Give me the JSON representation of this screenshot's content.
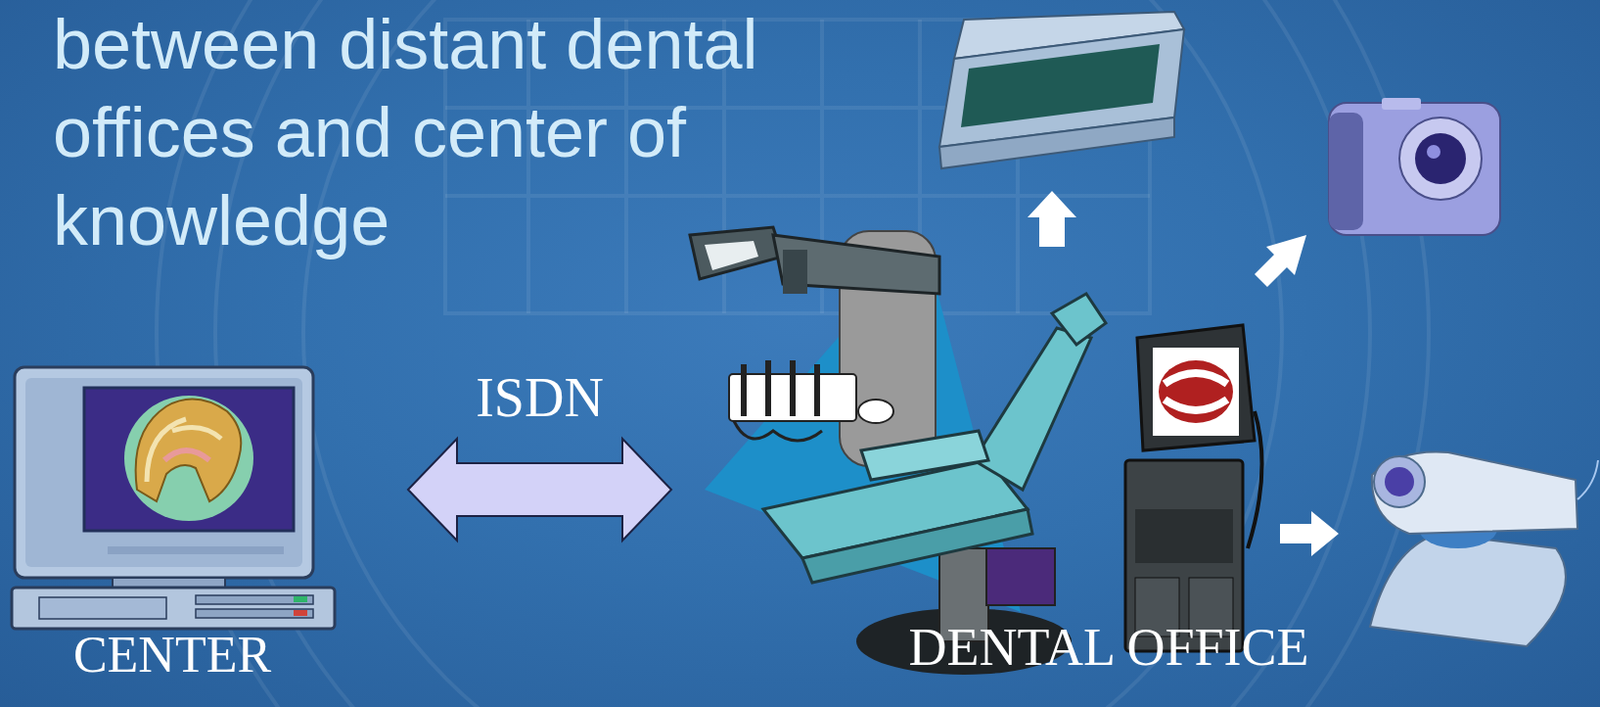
{
  "diagram": {
    "title": "between distant dental offices and center of knowledge",
    "nodes": [
      {
        "text": [
          "CENTER"
        ]
      },
      {
        "text": [
          "DENTAL OFFICE"
        ]
      }
    ],
    "edges": [
      {
        "from": 0,
        "to": 1,
        "label": "ISDN",
        "arrow": "both"
      }
    ]
  }
}
